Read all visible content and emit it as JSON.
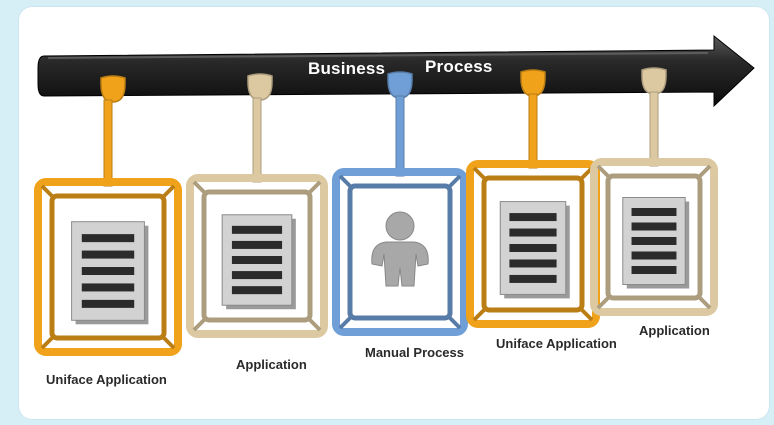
{
  "arrow": {
    "title_left": "Business",
    "title_right": "Process"
  },
  "colors": {
    "uniface": "#f0a21a",
    "application": "#dcc9a2",
    "manual": "#6f9fd6",
    "arrow": "#1c1c1c"
  },
  "items": [
    {
      "label": "Uniface Application",
      "kind": "uniface",
      "icon": "document-icon"
    },
    {
      "label": "Application",
      "kind": "application",
      "icon": "document-icon"
    },
    {
      "label": "Manual Process",
      "kind": "manual",
      "icon": "person-icon"
    },
    {
      "label": "Uniface Application",
      "kind": "uniface",
      "icon": "document-icon"
    },
    {
      "label": "Application",
      "kind": "application",
      "icon": "document-icon"
    }
  ]
}
